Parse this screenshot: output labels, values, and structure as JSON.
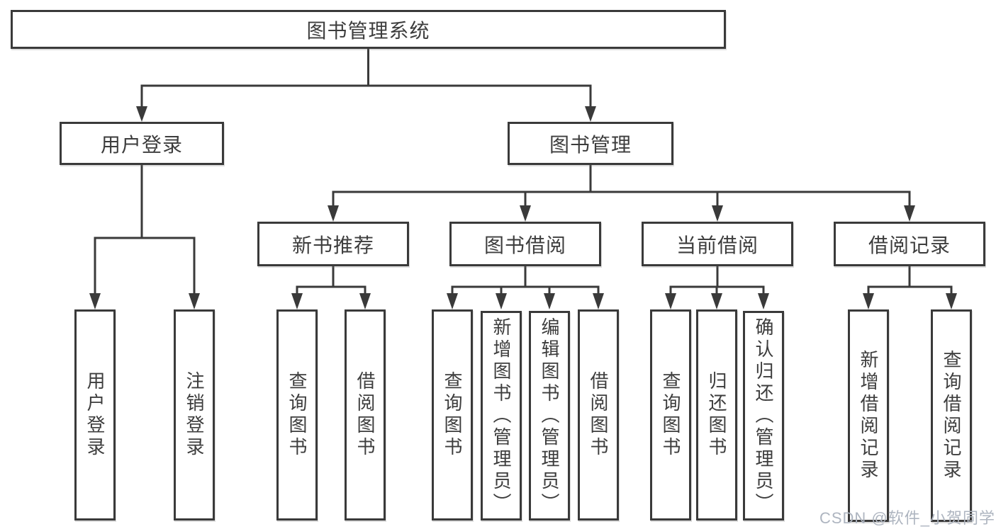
{
  "diagram": {
    "title": "图书管理系统",
    "root": {
      "label": "图书管理系统"
    },
    "level2": [
      {
        "label": "用户登录"
      },
      {
        "label": "图书管理"
      }
    ],
    "level3": [
      {
        "label": "新书推荐",
        "parent": "图书管理"
      },
      {
        "label": "图书借阅",
        "parent": "图书管理"
      },
      {
        "label": "当前借阅",
        "parent": "图书管理"
      },
      {
        "label": "借阅记录",
        "parent": "图书管理"
      }
    ],
    "level4": [
      {
        "label": "用户登录",
        "parent": "用户登录"
      },
      {
        "label": "注销登录",
        "parent": "用户登录"
      },
      {
        "label": "查询图书",
        "parent": "新书推荐"
      },
      {
        "label": "借阅图书",
        "parent": "新书推荐"
      },
      {
        "label": "查询图书",
        "parent": "图书借阅"
      },
      {
        "label": "新增图书（管理员）",
        "parent": "图书借阅"
      },
      {
        "label": "编辑图书（管理员）",
        "parent": "图书借阅"
      },
      {
        "label": "借阅图书",
        "parent": "图书借阅"
      },
      {
        "label": "查询图书",
        "parent": "当前借阅"
      },
      {
        "label": "归还图书",
        "parent": "当前借阅"
      },
      {
        "label": "确认归还（管理员）",
        "parent": "当前借阅"
      },
      {
        "label": "新增借阅记录",
        "parent": "借阅记录"
      },
      {
        "label": "查询借阅记录",
        "parent": "借阅记录"
      }
    ],
    "watermark": "CSDN @软件_小贺同学",
    "colors": {
      "line": "#3a3a3a",
      "text": "#3d3d3d",
      "box_background": "#ffffff",
      "page_background": "#ffffff",
      "watermark": "#aeb5c0"
    }
  }
}
